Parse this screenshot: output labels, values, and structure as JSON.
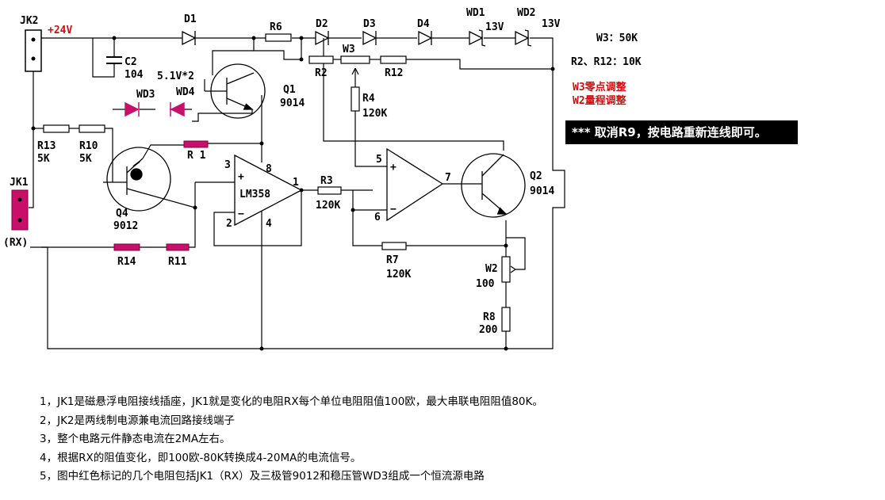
{
  "labels": {
    "jk2": "JK2",
    "v24": "+24V",
    "jk1": "JK1",
    "rx": "(RX)",
    "d1": "D1",
    "d2": "D2",
    "d3": "D3",
    "d4": "D4",
    "wd1": "WD1",
    "wd1_v": "13V",
    "wd2": "WD2",
    "wd2_v": "13V",
    "r6": "R6",
    "w3": "W3",
    "r2": "R2",
    "r12": "R12",
    "c2": "C2",
    "c2_v": "104",
    "wd3": "WD3",
    "wd4": "WD4",
    "zener_v": "5.1V*2",
    "q1": "Q1",
    "q1_v": "9014",
    "r4": "R4",
    "r4_v": "120K",
    "r13": "R13",
    "r13_v": "5K",
    "r10": "R10",
    "r10_v": "5K",
    "r1": "R 1",
    "q4": "Q4",
    "q4_v": "9012",
    "op1": "LM358",
    "pin3": "3",
    "pin8": "8",
    "pin1": "1",
    "pin2": "2",
    "pin4": "4",
    "pin5": "5",
    "pin6": "6",
    "pin7": "7",
    "r3": "R3",
    "r3_v": "120K",
    "q2": "Q2",
    "q2_v": "9014",
    "r7": "R7",
    "r7_v": "120K",
    "w2": "W2",
    "w2_v": "100",
    "r8": "R8",
    "r8_v": "200",
    "r14": "R14",
    "r11": "R11",
    "plus": "+",
    "minus": "−"
  },
  "specs": {
    "w3": "W3：50K",
    "r2r12": "R2、R12：10K",
    "w3_adj": "W3零点调整",
    "w2_adj": "W2量程调整"
  },
  "note_box": "*** 取消R9，按电路重新连线即可。",
  "notes": [
    "1，JK1是磁悬浮电阻接线插座，JK1就是变化的电阻RX每个单位电阻阻值100欧，最大串联电阻阻值80K。",
    "2，JK2是两线制电源兼电流回路接线端子",
    "3，整个电路元件静态电流在2MA左右。",
    "4，根据RX的阻值变化，即100欧-80K转换成4-20MA的电流信号。",
    "5，图中红色标记的几个电阻包括JK1（RX）及三极管9012和稳压管WD3组成一个恒流源电路"
  ],
  "colors": {
    "accent_red": "#d01010",
    "component_magenta": "#c8106a",
    "wire": "#000000"
  }
}
